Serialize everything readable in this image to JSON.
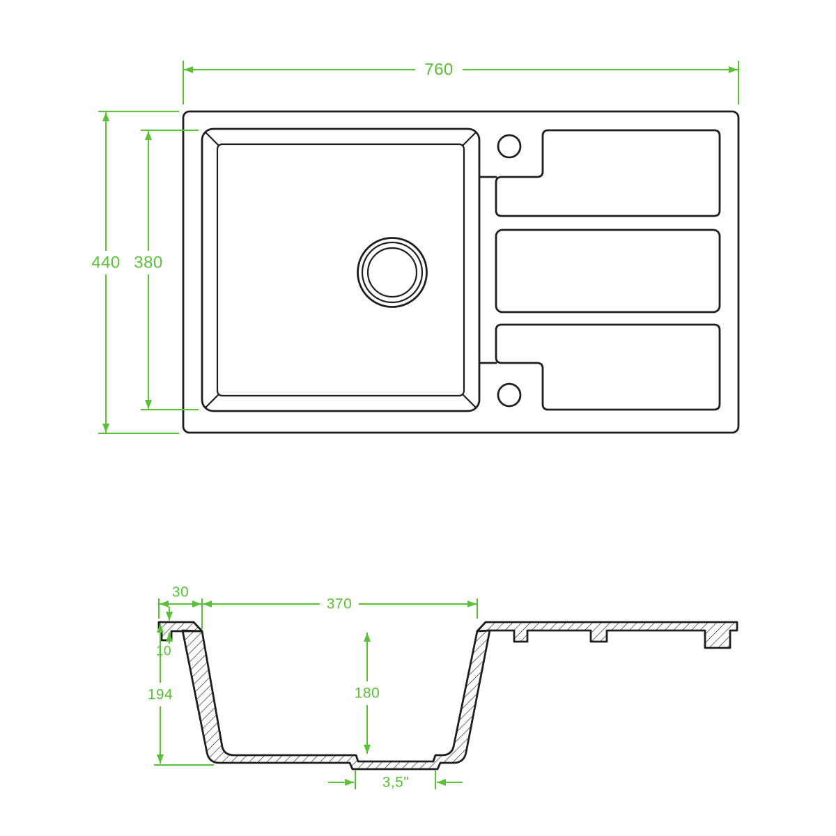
{
  "drawing": {
    "colors": {
      "dimension": "#58c136",
      "line": "#1e1e1e",
      "background": "#ffffff"
    },
    "top_view": {
      "width_label": "760",
      "overall_height_label": "440",
      "basin_height_label": "380"
    },
    "section_view": {
      "ledge_width_label": "30",
      "basin_width_label": "370",
      "rim_depth_label": "10",
      "overall_depth_label": "194",
      "basin_depth_label": "180",
      "drain_size_label": "3,5\""
    }
  }
}
